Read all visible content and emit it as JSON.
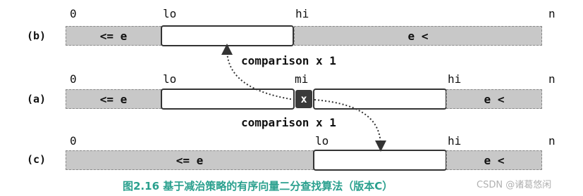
{
  "row_b": {
    "label": "(b)",
    "idx": {
      "zero": "0",
      "lo": "lo",
      "hi": "hi",
      "n": "n"
    },
    "left_text": "<= e",
    "right_text": "e <"
  },
  "comparison_upper": "comparison x 1",
  "row_a": {
    "label": "(a)",
    "idx": {
      "zero": "0",
      "lo": "lo",
      "mi": "mi",
      "hi": "hi",
      "n": "n"
    },
    "left_text": "<= e",
    "x_text": "x",
    "right_text": "e <"
  },
  "comparison_lower": "comparison x 1",
  "row_c": {
    "label": "(c)",
    "idx": {
      "zero": "0",
      "lo": "lo",
      "hi": "hi",
      "n": "n"
    },
    "left_text": "<= e",
    "right_text": "e <"
  },
  "caption": "图2.16 基于减治策略的有序向量二分查找算法（版本C）",
  "watermark": "CSDN @诸葛悠闲",
  "colors": {
    "gray_fill": "#c8c8c8",
    "caption_teal": "#2aa08e",
    "x_box": "#3a3a3a"
  }
}
